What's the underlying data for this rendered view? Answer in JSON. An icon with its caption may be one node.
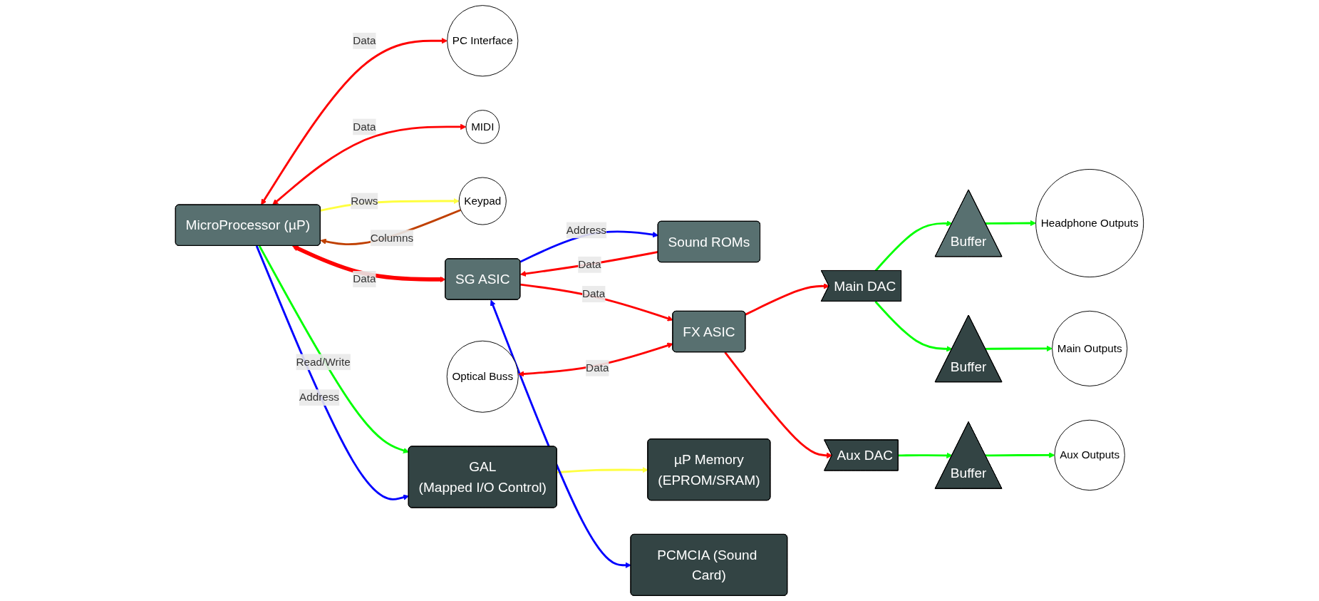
{
  "diagram": {
    "nodes": [
      {
        "text": [
          "PC Interface"
        ]
      },
      {
        "text": [
          "MIDI"
        ]
      },
      {
        "text": [
          "MicroProcessor (µP)"
        ]
      },
      {
        "text": [
          "Keypad"
        ]
      },
      {
        "text": [
          "Sound ROMs"
        ]
      },
      {
        "text": [
          "SG ASIC"
        ]
      },
      {
        "text": [
          "Optical Buss"
        ]
      },
      {
        "text": [
          "FX ASIC"
        ]
      },
      {
        "text": [
          "µP Memory",
          "(EPROM/SRAM)"
        ]
      },
      {
        "text": [
          "GAL",
          "(Mapped I/O Control)"
        ]
      },
      {
        "text": [
          "PCMCIA (Sound Card)"
        ]
      },
      {
        "text": [
          "Main DAC"
        ]
      },
      {
        "text": [
          "Aux DAC"
        ]
      },
      {
        "text": [
          "Buffer"
        ]
      },
      {
        "text": [
          "Buffer"
        ]
      },
      {
        "text": [
          "Buffer"
        ]
      },
      {
        "text": [
          "Headphone Outputs"
        ]
      },
      {
        "text": [
          "Main Outputs"
        ]
      },
      {
        "text": [
          "Aux Outputs"
        ]
      }
    ],
    "edges": [
      {
        "from": 2,
        "to": 0,
        "arrow": "both",
        "label": "Data"
      },
      {
        "from": 2,
        "to": 1,
        "arrow": "both",
        "label": "Data"
      },
      {
        "from": 3,
        "to": 2,
        "arrow": "to",
        "label": "Columns",
        "color": "#c04000"
      },
      {
        "from": 2,
        "to": 3,
        "arrow": "to",
        "label": "Rows",
        "color": "#ffff40"
      },
      {
        "from": 2,
        "to": 5,
        "arrow": "both",
        "label": "Data",
        "style": "thick"
      },
      {
        "from": 4,
        "to": 5,
        "arrow": "to",
        "label": "Data"
      },
      {
        "from": 5,
        "to": 4,
        "arrow": "to",
        "label": "Address",
        "color": "#0000ff"
      },
      {
        "from": 2,
        "to": 9,
        "arrow": "to",
        "label": "Read/Write",
        "color": "#00ff00"
      },
      {
        "from": 2,
        "to": 9,
        "arrow": "to",
        "label": "Address",
        "color": "#0000ff"
      },
      {
        "from": 9,
        "to": 8,
        "arrow": "to",
        "color": "#ffff40"
      },
      {
        "from": 5,
        "to": 10,
        "arrow": "both",
        "color": "#0000ff"
      },
      {
        "from": 5,
        "to": 7,
        "arrow": "to",
        "label": "Data"
      },
      {
        "from": 6,
        "to": 7,
        "arrow": "both",
        "label": "Data"
      },
      {
        "from": 7,
        "to": 11,
        "arrow": "to"
      },
      {
        "from": 7,
        "to": 12,
        "arrow": "to"
      },
      {
        "from": 11,
        "to": 13,
        "arrow": "to",
        "color": "#00ff00"
      },
      {
        "from": 11,
        "to": 14,
        "arrow": "to",
        "color": "#00ff00"
      },
      {
        "from": 12,
        "to": 15,
        "arrow": "to",
        "color": "#00ff00"
      },
      {
        "from": 13,
        "to": 16,
        "arrow": "to",
        "color": "#00ff00"
      },
      {
        "from": 14,
        "to": 17,
        "arrow": "to",
        "color": "#00ff00"
      },
      {
        "from": 15,
        "to": 18,
        "arrow": "to",
        "color": "#00ff00"
      }
    ]
  }
}
